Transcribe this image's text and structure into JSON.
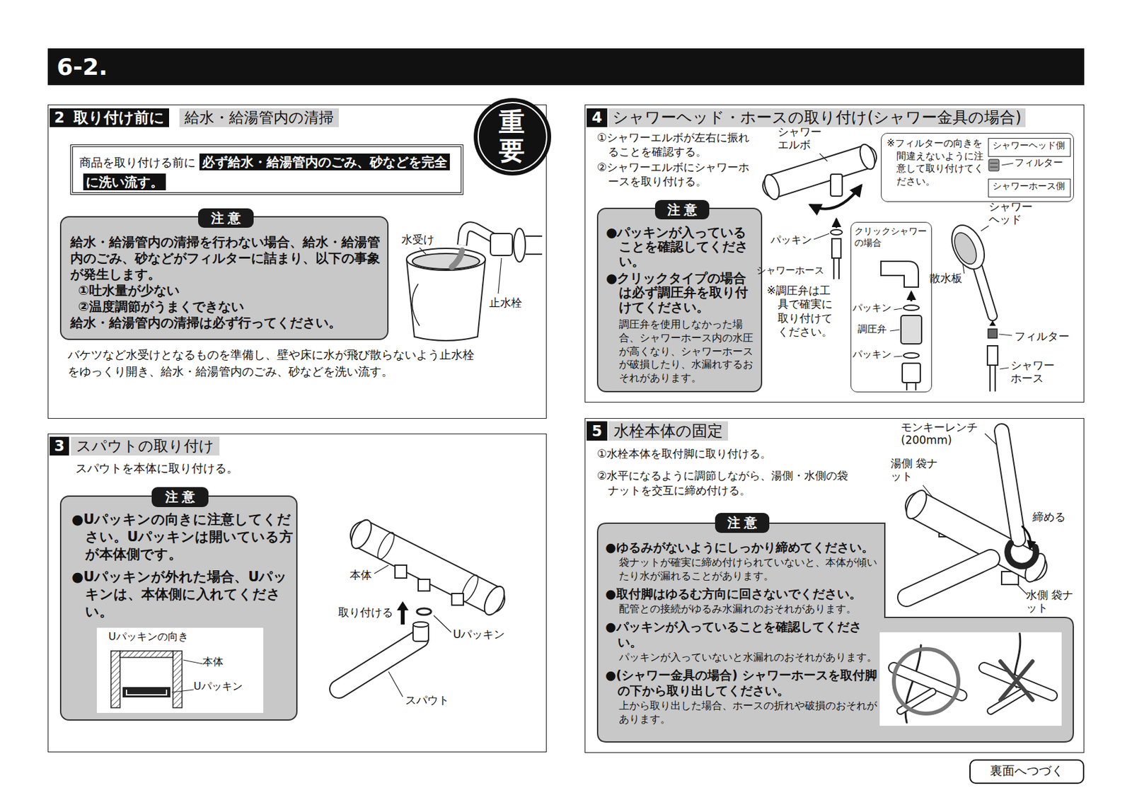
{
  "diagram": {
    "title": "6-2.",
    "nodes": [
      {
        "text": [
          "2",
          "取り付け前に",
          "給水・給湯管内の清掃",
          "バケツなど水受けとなるものを準備し、壁や床に水が飛び散らないよう止水栓をゆっくり開き、給水・給湯管内のごみ、砂などを洗い流す。"
        ]
      },
      {
        "text": [
          "商品を取り付ける前に",
          "必ず給水・給湯管内のごみ、砂などを完全に洗い流す。"
        ],
        "in": 0
      },
      {
        "text": [
          "重要"
        ],
        "in": 0
      },
      {
        "text": [
          "注 意",
          "給水・給湯管内の清掃を行わない場合、給水・給湯管内のごみ、砂などがフィルターに詰まり、以下の事象が発生します。",
          "①吐水量が少ない",
          "②温度調節がうまくできない",
          "給水・給湯管内の清掃は必ず行ってください。"
        ],
        "in": 0
      },
      {
        "text": [
          "3",
          "スパウトの取り付け",
          "スパウトを本体に取り付ける。"
        ]
      },
      {
        "text": [
          "注 意",
          "●Uパッキンの向きに注意してください。Uパッキンは開いている方が本体側です。",
          "●Uパッキンが外れた場合、Uパッキンは、本体側に入れてください。"
        ],
        "in": 4
      },
      {
        "text": [
          "Uパッキンの向き"
        ],
        "in": 5
      },
      {
        "text": [
          "4",
          "シャワーヘッド・ホースの取り付け(シャワー金具の場合)",
          "①シャワーエルボが左右に振れることを確認する。",
          "②シャワーエルボにシャワーホースを取り付ける。"
        ]
      },
      {
        "text": [
          "注 意",
          "●パッキンが入っていることを確認してください。",
          "●クリックタイプの場合は必ず調圧弁を取り付けてください。",
          "調圧弁を使用しなかった場合、シャワーホース内の水圧が高くなり、シャワーホースが破損したり、水漏れするおそれがあります。"
        ],
        "in": 7
      },
      {
        "text": [
          "※フィルターの向きを間違えないように注意して取り付けてください。"
        ],
        "in": 7
      },
      {
        "text": [
          "シャワーヘッド側"
        ],
        "in": 9
      },
      {
        "text": [
          "シャワーホース側"
        ],
        "in": 9
      },
      {
        "text": [
          "クリックシャワーの場合"
        ],
        "in": 7
      },
      {
        "text": [
          "5",
          "水栓本体の固定",
          "①水栓本体を取付脚に取り付ける。",
          "②水平になるように調節しながら、湯側・水側の袋ナットを交互に締め付ける。"
        ]
      },
      {
        "text": [
          "注 意",
          "●ゆるみがないようにしっかり締めてください。",
          "袋ナットが確実に締め付けられていないと、本体が傾いたり水が漏れることがあります。",
          "●取付脚はゆるむ方向に回さないでください。",
          "配管との接続がゆるみ水漏れのおそれがあります。",
          "●パッキンが入っていることを確認してください。",
          "パッキンが入っていないと水漏れのおそれがあります。",
          "●(シャワー金具の場合) シャワーホースを取付脚の下から取り出してください。",
          "上から取り出した場合、ホースの折れや破損のおそれがあります。"
        ],
        "in": 13
      },
      {
        "text": [
          "裏面へつづく"
        ]
      }
    ],
    "labels": [
      "水受け",
      "止水栓",
      "本体",
      "Uパッキン",
      "本体",
      "取り付ける",
      "Uパッキン",
      "スパウト",
      "シャワーエルボ",
      "パッキン",
      "シャワーホース",
      "※調圧弁は工具で確実に取り付けてください。",
      "フィルター",
      "パッキン",
      "調圧弁",
      "パッキン",
      "シャワーヘッド",
      "散水板",
      "フィルター",
      "シャワーホース",
      "モンキーレンチ (200mm)",
      "湯側 袋ナット",
      "締める",
      "水側 袋ナット"
    ]
  }
}
